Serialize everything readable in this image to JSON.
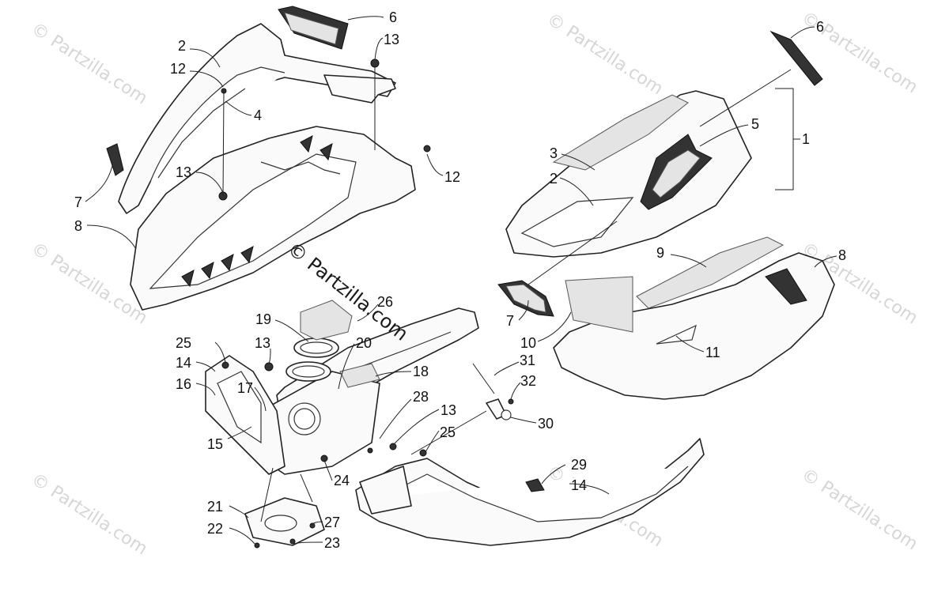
{
  "watermarks": {
    "tile_text": "© Partzilla.com",
    "center_text": "© Partzilla.com"
  },
  "callouts": [
    {
      "id": "c6a",
      "text": "6"
    },
    {
      "id": "c13a",
      "text": "13"
    },
    {
      "id": "c2a",
      "text": "2"
    },
    {
      "id": "c12a",
      "text": "12"
    },
    {
      "id": "c4",
      "text": "4"
    },
    {
      "id": "c13b",
      "text": "13"
    },
    {
      "id": "c12b",
      "text": "12"
    },
    {
      "id": "c7a",
      "text": "7"
    },
    {
      "id": "c8a",
      "text": "8"
    },
    {
      "id": "c6b",
      "text": "6"
    },
    {
      "id": "c5",
      "text": "5"
    },
    {
      "id": "c1",
      "text": "1"
    },
    {
      "id": "c3",
      "text": "3"
    },
    {
      "id": "c2b",
      "text": "2"
    },
    {
      "id": "c9",
      "text": "9"
    },
    {
      "id": "c8b",
      "text": "8"
    },
    {
      "id": "c7b",
      "text": "7"
    },
    {
      "id": "c10",
      "text": "10"
    },
    {
      "id": "c11",
      "text": "11"
    },
    {
      "id": "c19",
      "text": "19"
    },
    {
      "id": "c26",
      "text": "26"
    },
    {
      "id": "c25a",
      "text": "25"
    },
    {
      "id": "c13c",
      "text": "13"
    },
    {
      "id": "c20",
      "text": "20"
    },
    {
      "id": "c14a",
      "text": "14"
    },
    {
      "id": "c18",
      "text": "18"
    },
    {
      "id": "c16",
      "text": "16"
    },
    {
      "id": "c17",
      "text": "17"
    },
    {
      "id": "c28",
      "text": "28"
    },
    {
      "id": "c31",
      "text": "31"
    },
    {
      "id": "c32",
      "text": "32"
    },
    {
      "id": "c13d",
      "text": "13"
    },
    {
      "id": "c30",
      "text": "30"
    },
    {
      "id": "c15",
      "text": "15"
    },
    {
      "id": "c25b",
      "text": "25"
    },
    {
      "id": "c24",
      "text": "24"
    },
    {
      "id": "c29",
      "text": "29"
    },
    {
      "id": "c14b",
      "text": "14"
    },
    {
      "id": "c21",
      "text": "21"
    },
    {
      "id": "c22",
      "text": "22"
    },
    {
      "id": "c27",
      "text": "27"
    },
    {
      "id": "c23",
      "text": "23"
    }
  ]
}
